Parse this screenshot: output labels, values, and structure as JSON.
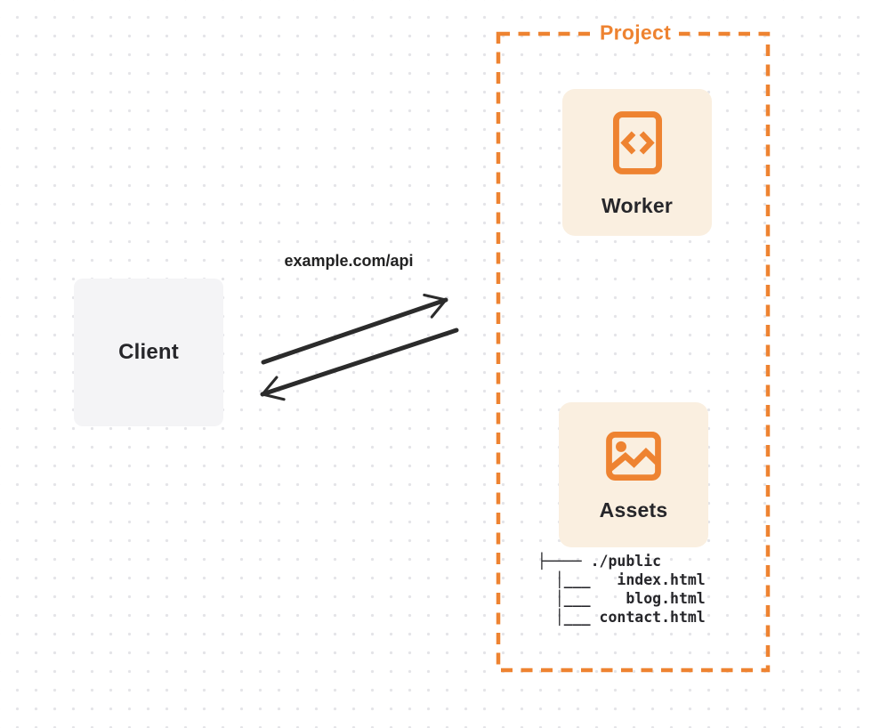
{
  "project": {
    "label": "Project",
    "worker": {
      "label": "Worker",
      "icon": "code-file-icon"
    },
    "assets": {
      "label": "Assets",
      "icon": "image-icon"
    },
    "file_tree": {
      "lines": [
        "├──── ./public",
        "  │___   index.html",
        "  │___    blog.html",
        "  │___ contact.html"
      ]
    }
  },
  "client": {
    "label": "Client"
  },
  "request_label": "example.com/api",
  "colors": {
    "accent_orange": "#ee8331",
    "card_cream": "#faefe0",
    "client_gray": "#f4f4f6",
    "arrow_dark": "#2b2b2b",
    "text_dark": "#26262a",
    "dot_grid": "#e4e4e8"
  }
}
